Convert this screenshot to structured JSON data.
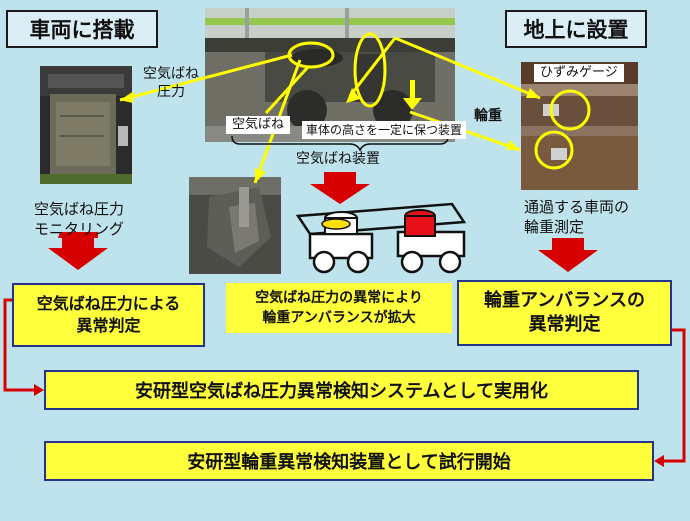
{
  "headers": {
    "vehicle": "車両に搭載",
    "ground": "地上に設置"
  },
  "labels": {
    "spring_pressure": "空気ばね\n圧力",
    "air_spring": "空気ばね",
    "leveling_valve": "車体の高さを一定に保つ装置",
    "wheel_load": "輪重",
    "strain_gauge": "ひずみゲージ",
    "air_spring_device": "空気ばね装置",
    "monitoring": "空気ばね圧力\nモニタリング",
    "passing_measure": "通過する車両の\n輪重測定"
  },
  "results": {
    "left_judgment": "空気ばね圧力による\n異常判定",
    "center_effect": "空気ばね圧力の異常により\n輪重アンバランスが拡大",
    "right_judgment": "輪重アンバランスの\n異常判定",
    "system1": "安研型空気ばね圧力異常検知システムとして実用化",
    "system2": "安研型輪重異常検知装置として試行開始"
  },
  "colors": {
    "background": "#bfe3ec",
    "highlight": "#ffff3c",
    "arrow_red": "#d60000",
    "callout_yellow": "#ffff00",
    "box_border": "#27348b"
  }
}
